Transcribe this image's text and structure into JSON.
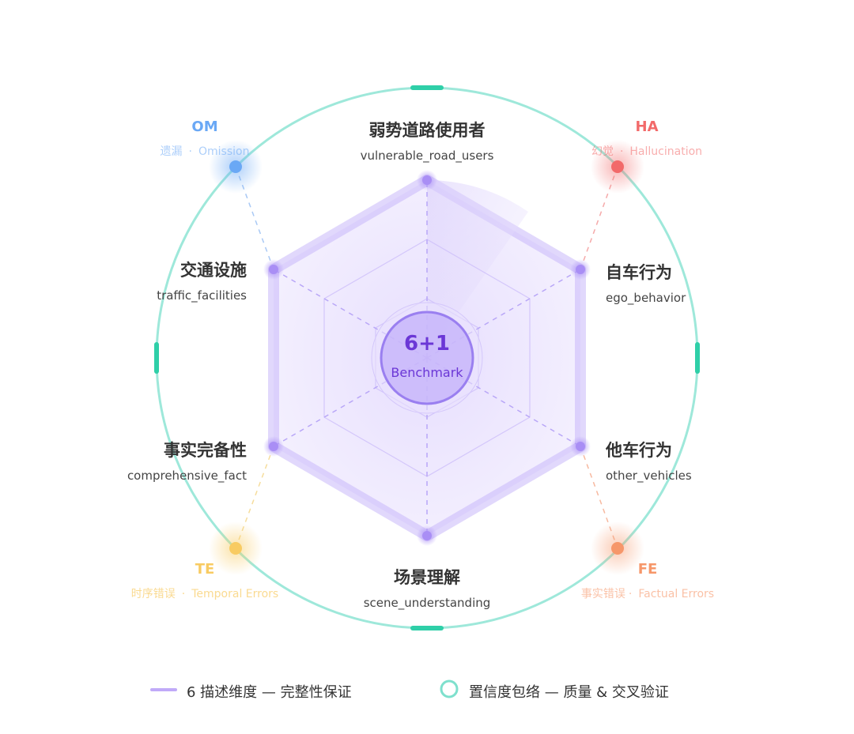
{
  "center": {
    "title": "6+1",
    "subtitle": "Benchmark"
  },
  "dimensions": [
    {
      "zh": "弱势道路使用者",
      "en": "vulnerable_road_users"
    },
    {
      "zh": "自车行为",
      "en": "ego_behavior"
    },
    {
      "zh": "他车行为",
      "en": "other_vehicles"
    },
    {
      "zh": "场景理解",
      "en": "scene_understanding"
    },
    {
      "zh": "事实完备性",
      "en": "comprehensive_fact"
    },
    {
      "zh": "交通设施",
      "en": "traffic_facilities"
    }
  ],
  "errors": [
    {
      "code": "OM",
      "zh": "遗漏",
      "en": "Omission",
      "color": "#6aa8f5"
    },
    {
      "code": "HA",
      "zh": "幻觉",
      "en": "Hallucination",
      "color": "#f26a6a"
    },
    {
      "code": "FE",
      "zh": "事实错误",
      "en": "Factual Errors",
      "color": "#f6976a"
    },
    {
      "code": "TE",
      "zh": "时序错误",
      "en": "Temporal Errors",
      "color": "#f8cb62"
    }
  ],
  "legend": {
    "dims": "6 描述维度 — 完整性保证",
    "ring": "置信度包络 — 质量 & 交叉验证"
  },
  "colors": {
    "purple": "#a98ef5",
    "purple_dark": "#6b37d6",
    "ring": "#7ee0cd",
    "ring_mark": "#2fcfa8",
    "text": "#333333",
    "subtext": "#444444"
  }
}
